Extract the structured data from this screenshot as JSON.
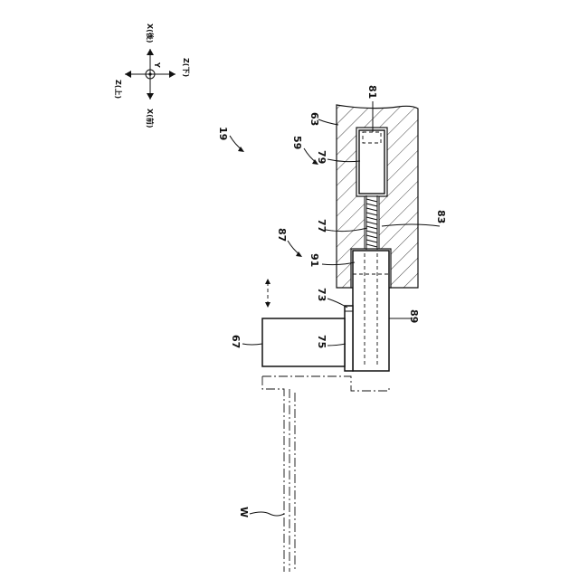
{
  "figure": {
    "reference_labels": {
      "assembly": "19",
      "subassembly_59": "59",
      "subassembly_87": "87",
      "housing": "63",
      "sensor": "81",
      "body_79": "79",
      "spring": "77",
      "guide": "83",
      "bore": "91",
      "pin": "89",
      "flange": "73",
      "collar": "75",
      "head": "67",
      "workpiece": "W"
    },
    "axes": {
      "x_rear": "X(後)",
      "x_front": "X(前)",
      "z_up": "Z(上)",
      "z_down": "Z(下)",
      "y": "Y"
    }
  }
}
